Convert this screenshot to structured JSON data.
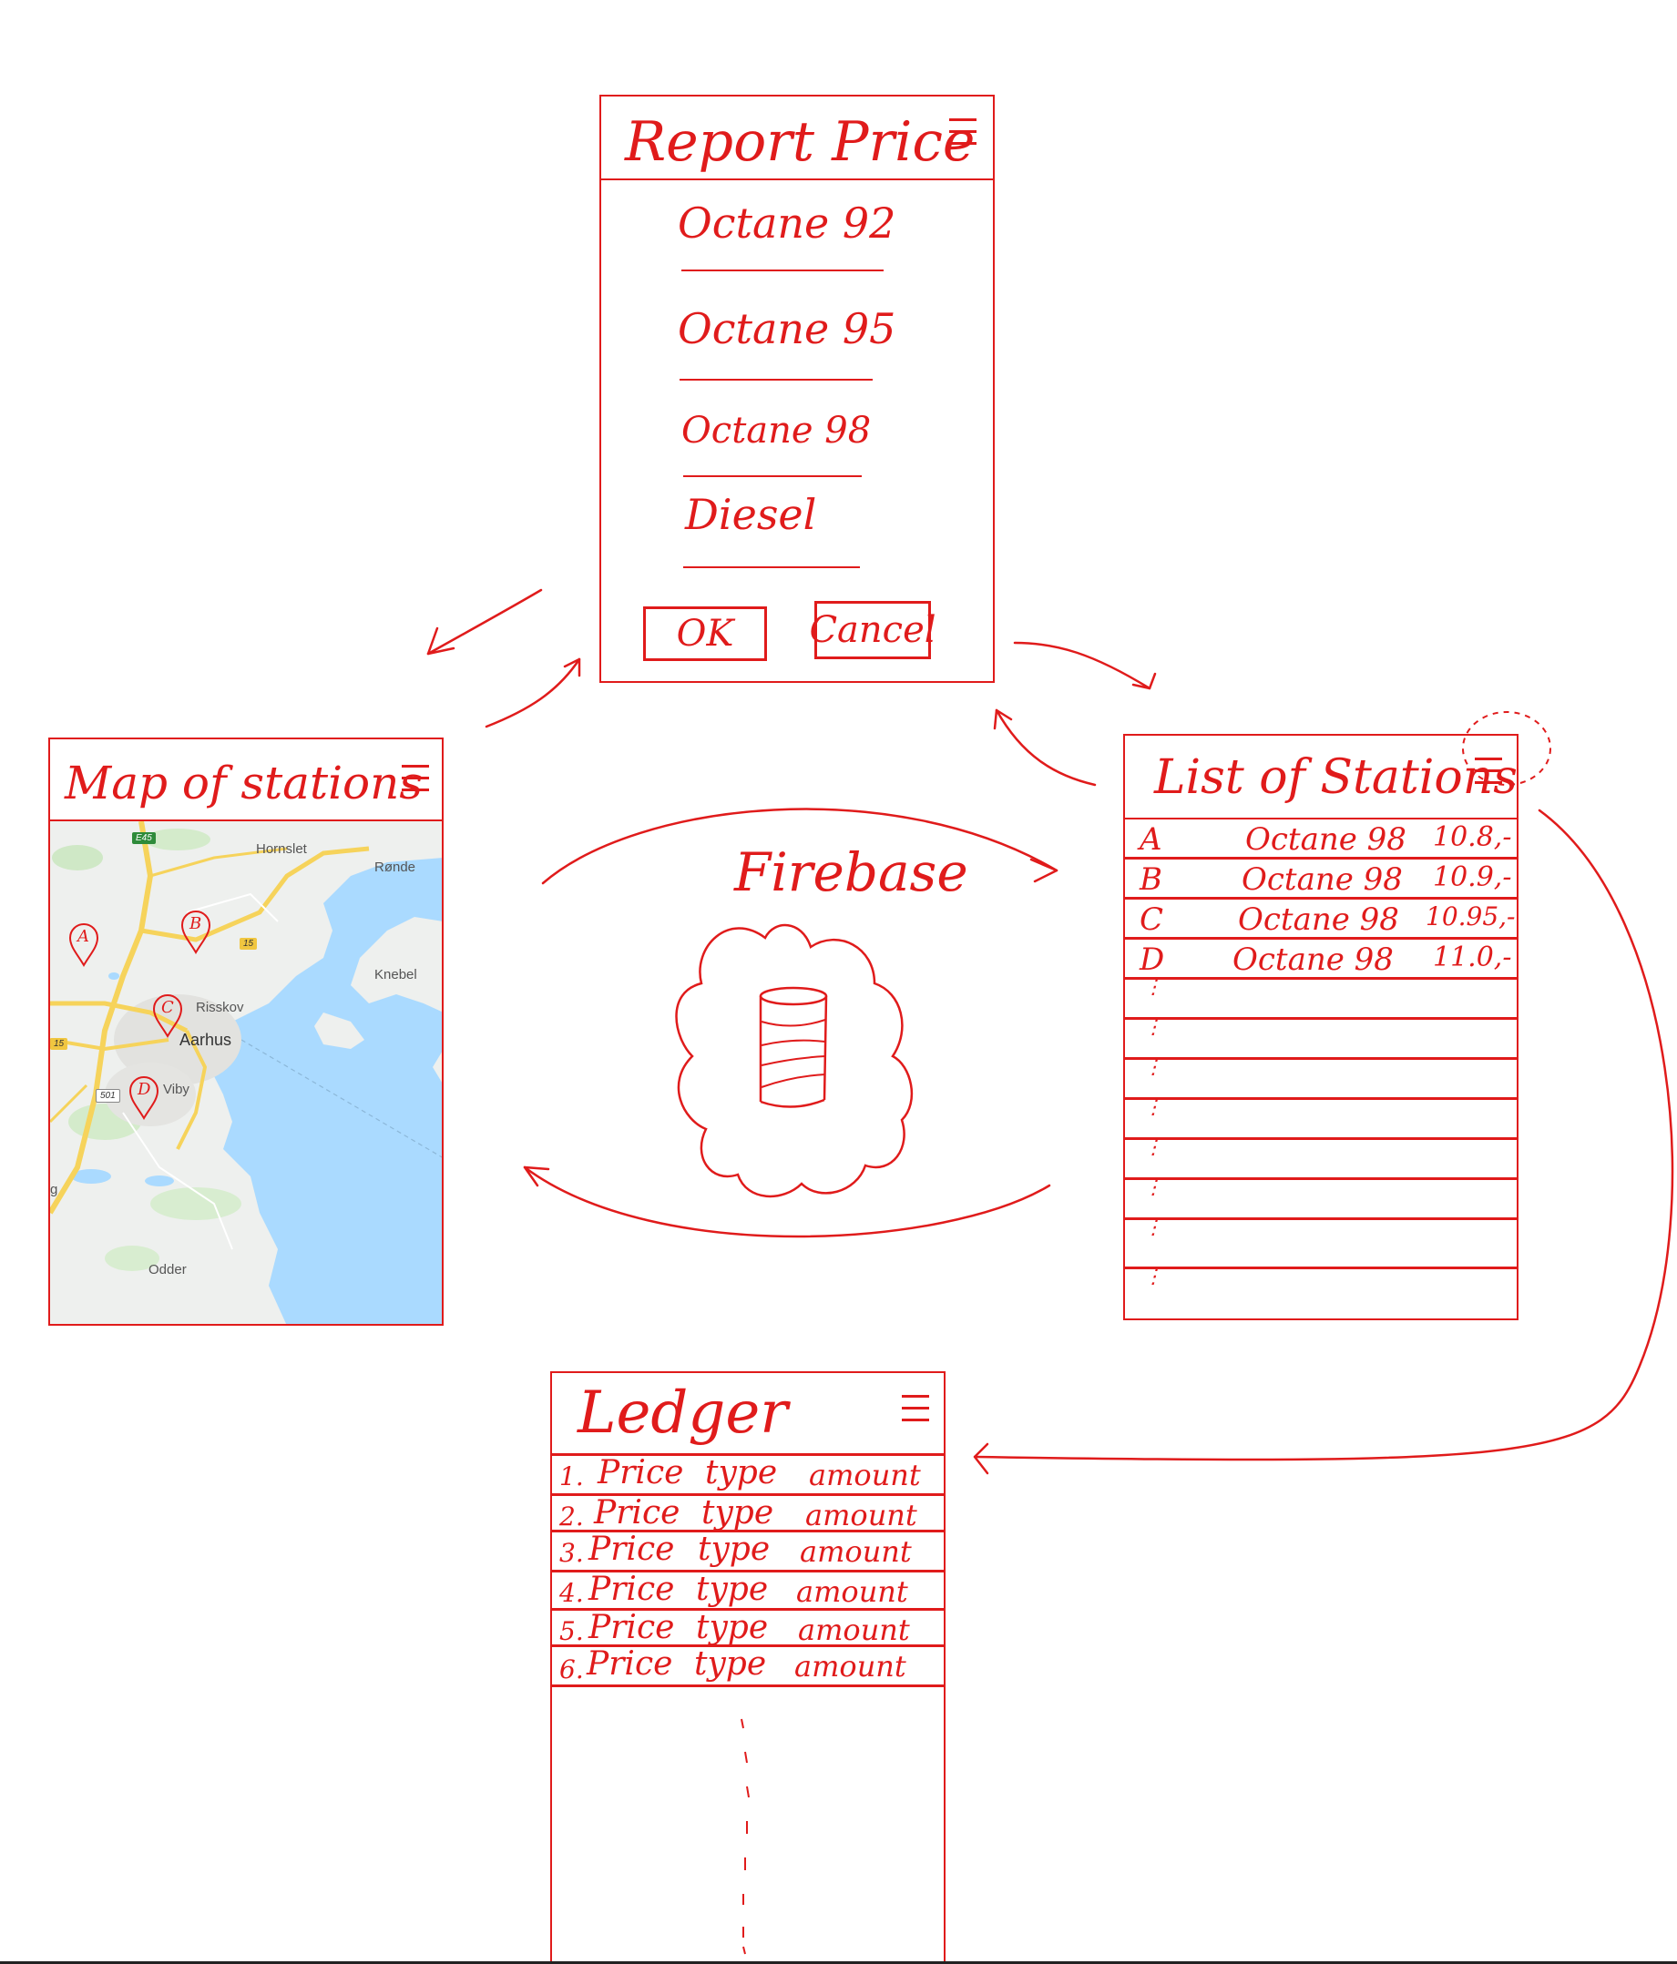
{
  "report_price": {
    "title": "Report Price",
    "fields": [
      "Octane 92",
      "Octane 95",
      "Octane 98",
      "Diesel"
    ],
    "ok_label": "OK",
    "cancel_label": "Cancel"
  },
  "map_screen": {
    "title": "Map of stations",
    "places": {
      "hornslet": "Hornslet",
      "ronde": "Rønde",
      "knebel": "Knebel",
      "risskov": "Risskov",
      "aarhus": "Aarhus",
      "viby": "Viby",
      "odder": "Odder",
      "g": "g"
    },
    "road_badges": {
      "e45": "E45",
      "r15a": "15",
      "r15b": "15",
      "r501": "501"
    },
    "markers": [
      "A",
      "B",
      "C",
      "D"
    ]
  },
  "firebase": {
    "label": "Firebase"
  },
  "list_screen": {
    "title": "List of Stations",
    "rows": [
      {
        "station": "A",
        "fuel": "Octane 98",
        "price": "10.8,-"
      },
      {
        "station": "B",
        "fuel": "Octane 98",
        "price": "10.9,-"
      },
      {
        "station": "C",
        "fuel": "Octane 98",
        "price": "10.95,-"
      },
      {
        "station": "D",
        "fuel": "Octane 98",
        "price": "11.0,-"
      }
    ]
  },
  "ledger": {
    "title": "Ledger",
    "rows": [
      {
        "num": "1.",
        "price": "Price",
        "type": "type",
        "amount": "amount"
      },
      {
        "num": "2.",
        "price": "Price",
        "type": "type",
        "amount": "amount"
      },
      {
        "num": "3.",
        "price": "Price",
        "type": "type",
        "amount": "amount"
      },
      {
        "num": "4.",
        "price": "Price",
        "type": "type",
        "amount": "amount"
      },
      {
        "num": "5.",
        "price": "Price",
        "type": "type",
        "amount": "amount"
      },
      {
        "num": "6.",
        "price": "Price",
        "type": "type",
        "amount": "amount"
      }
    ]
  },
  "colors": {
    "ink": "#e01b1b",
    "water": "#aadaff",
    "land": "#eef0ee",
    "road": "#f6d35b"
  }
}
